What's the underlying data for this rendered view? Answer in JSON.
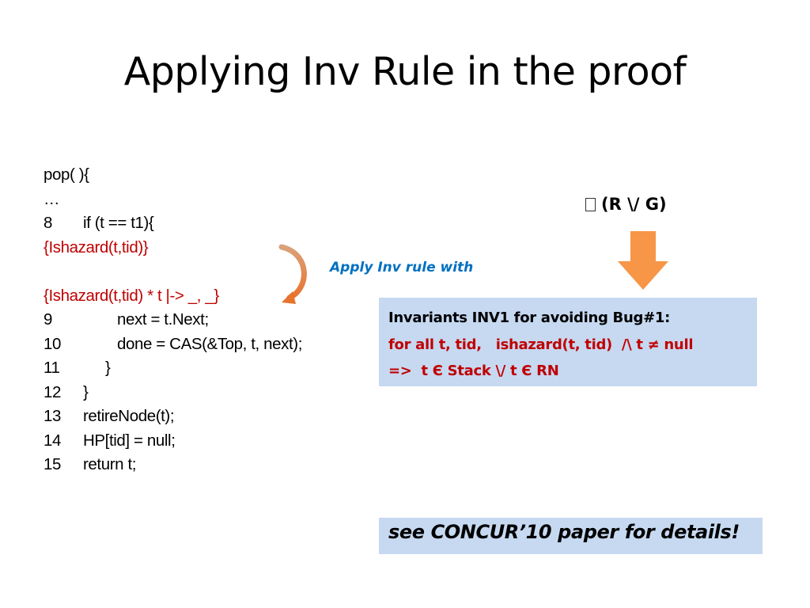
{
  "title": "Applying Inv Rule in the proof",
  "code": [
    {
      "num": "",
      "text": "pop( ){",
      "color": "black",
      "indent": 0
    },
    {
      "num": "",
      "text": "…",
      "color": "black",
      "indent": 0
    },
    {
      "num": "8",
      "text": "if (t == t1){",
      "color": "black",
      "indent": 1
    },
    {
      "num": "",
      "text": "{Ishazard(t,tid)}",
      "color": "red",
      "indent": 0
    },
    {
      "num": "",
      "text": "",
      "color": "black",
      "indent": 0
    },
    {
      "num": "",
      "text": "{Ishazard(t,tid) * t |-> _, _}",
      "color": "red",
      "indent": 0
    },
    {
      "num": "9",
      "text": "next = t.Next;",
      "color": "black",
      "indent": 2
    },
    {
      "num": "10",
      "text": "done = CAS(&Top, t, next);",
      "color": "black",
      "indent": 2
    },
    {
      "num": "11",
      "text": "}",
      "color": "black",
      "indent": 3
    },
    {
      "num": "12",
      "text": "}",
      "color": "black",
      "indent": 1
    },
    {
      "num": "13",
      "text": "retireNode(t);",
      "color": "black",
      "indent": 1
    },
    {
      "num": "14",
      "text": "HP[tid] = null;",
      "color": "black",
      "indent": 1
    },
    {
      "num": "15",
      "text": "return t;",
      "color": "black",
      "indent": 1
    }
  ],
  "apply_label": "Apply Inv rule with",
  "rg_label": "(R \\/ G)",
  "invariant_box": {
    "heading": "Invariants INV1 for avoiding Bug#1:",
    "line1": "for all t, tid,   ishazard(t, tid)  /\\ t ≠ null",
    "line2": "=>  t Є Stack \\/ t Є RN"
  },
  "concur_note": "see CONCUR’10 paper for details!",
  "colors": {
    "red": "#c00000",
    "blue_label": "#0070c0",
    "box_fill": "#c6d9f1",
    "arrow_orange": "#f79646"
  }
}
